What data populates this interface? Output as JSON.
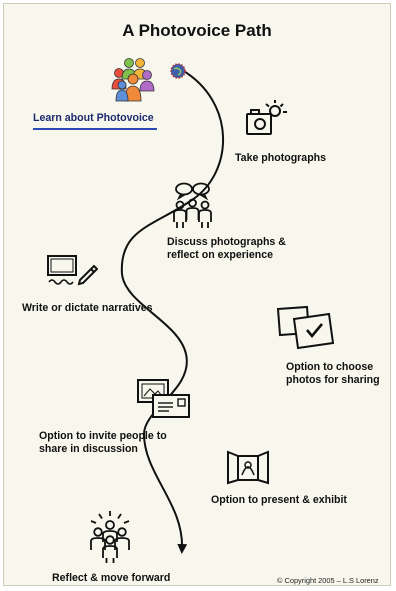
{
  "diagram": {
    "title": "A Photovoice Path",
    "steps": [
      {
        "id": "learn",
        "lines": [
          "Learn about Photovoice"
        ],
        "icon": "group-people-icon"
      },
      {
        "id": "take",
        "lines": [
          "Take photographs"
        ],
        "icon": "camera-icon"
      },
      {
        "id": "discuss",
        "lines": [
          "Discuss photographs &",
          "reflect on experience"
        ],
        "icon": "discussion-group-icon"
      },
      {
        "id": "write",
        "lines": [
          "Write or dictate narratives"
        ],
        "icon": "writing-tablet-icon"
      },
      {
        "id": "choose",
        "lines": [
          "Option to choose",
          "photos for sharing"
        ],
        "icon": "photo-selection-icon"
      },
      {
        "id": "invite",
        "lines": [
          "Option to invite people to",
          "share in discussion"
        ],
        "icon": "invitation-photos-icon"
      },
      {
        "id": "present",
        "lines": [
          "Option to present & exhibit"
        ],
        "icon": "exhibit-panels-icon"
      },
      {
        "id": "reflect",
        "lines": [
          "Reflect & move forward"
        ],
        "icon": "reflecting-group-icon"
      }
    ],
    "copyright": "© Copyright 2005 – L.S Lorenz",
    "colors": {
      "background": "#f8f7ed",
      "path": "#111111",
      "learn_underline": "#2b48b6",
      "people": [
        "#e94e3c",
        "#f4b63a",
        "#7fc14a",
        "#5c8fd8",
        "#b06cc7",
        "#f08a3a"
      ]
    }
  }
}
